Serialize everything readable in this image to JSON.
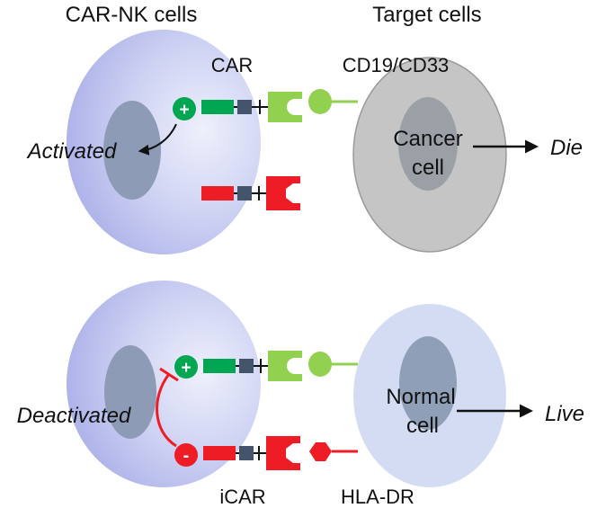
{
  "headers": {
    "left": "CAR-NK cells",
    "right": "Target cells"
  },
  "top_panel": {
    "receptor_label": "CAR",
    "ligand_label": "CD19/CD33",
    "activating_sign": "+",
    "state_label": "Activated",
    "target_cell_line1": "Cancer",
    "target_cell_line2": "cell",
    "outcome_label": "Die"
  },
  "bottom_panel": {
    "activating_sign": "+",
    "inhibitory_sign": "-",
    "state_label": "Deactivated",
    "target_cell_line1": "Normal",
    "target_cell_line2": "cell",
    "outcome_label": "Live",
    "receptor_label": "iCAR",
    "ligand_label": "HLA-DR"
  },
  "colors": {
    "nk_cell": "#b5b9ec",
    "nk_nucleus": "#8e9bb6",
    "cancer_cell": "#c5c5c5",
    "cancer_nucleus": "#9aa0a6",
    "normal_cell": "#d3dcf2",
    "normal_nucleus": "#8f9fb7",
    "activating": "#00a651",
    "inhibitory": "#ee1c24",
    "antigen": "#92d050",
    "linker": "#44546a"
  }
}
